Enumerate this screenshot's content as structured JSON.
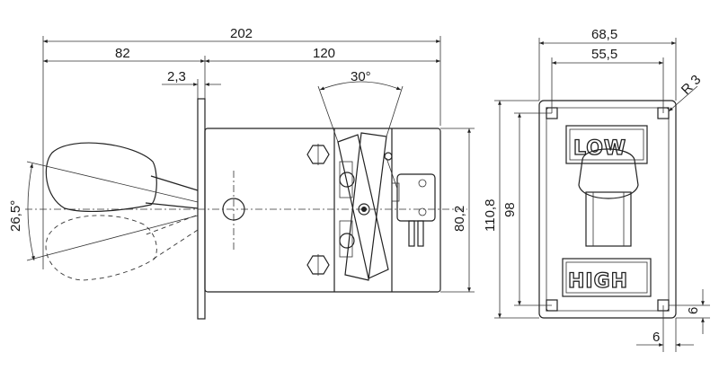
{
  "dimensions": {
    "overall_length": "202",
    "handle_length": "82",
    "body_length": "120",
    "flange_thickness": "2,3",
    "lever_swing_angle": "30°",
    "handle_angle": "26,5°",
    "body_height": "80,2",
    "plate_height": "110,8",
    "hole_spacing_vertical": "98",
    "plate_width": "68,5",
    "hole_spacing_horizontal": "55,5",
    "corner_radius": "R 3",
    "edge_offset_x": "6",
    "edge_offset_y": "6"
  },
  "labels": {
    "top_position": "LOW",
    "bottom_position": "HIGH"
  }
}
